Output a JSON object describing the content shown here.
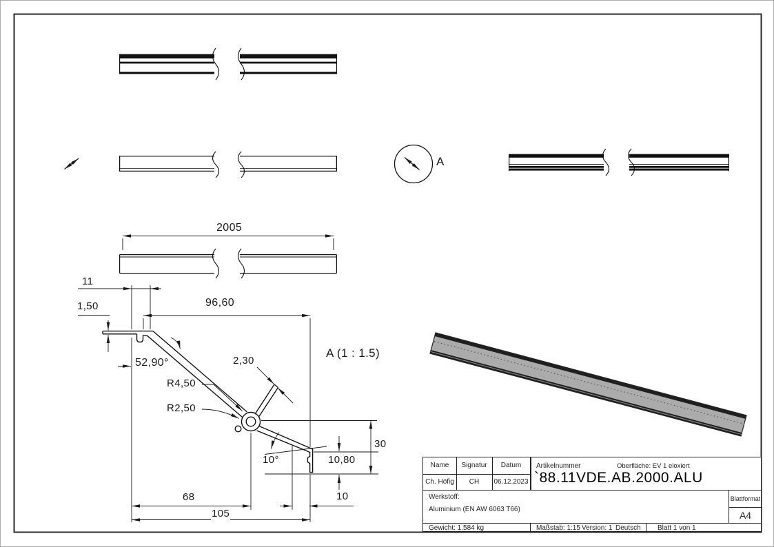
{
  "drawing": {
    "length_dim": "2005",
    "detail_marker": "A",
    "detail_view_label": "A (1 : 1.5)",
    "dims": {
      "notch_width": "11",
      "plate_thickness": "1,50",
      "top_width": "96,60",
      "slope_angle": "52,90°",
      "stub_thickness": "2,30",
      "radius_outer": "R4,50",
      "radius_inner": "R2,50",
      "tail_angle": "10°",
      "tail_height": "10,80",
      "end_height": "30",
      "base_width_inner": "68",
      "base_width_total": "105",
      "end_width": "10"
    }
  },
  "title_block": {
    "col_name": "Name",
    "col_signature": "Signatur",
    "col_date": "Datum",
    "name": "Ch. Höfig",
    "signature": "CH",
    "date": "06.12.2023",
    "article_label": "Artikelnummer",
    "surface": "Oberfläche:  EV 1 eloxiert",
    "article_number": "`88.11VDE.AB.2000.ALU",
    "material_label": "Werkstoff:",
    "material": "Aluminium (EN AW 6063 T66)",
    "sheet_format_label": "Blattformat",
    "sheet_format": "A4",
    "weight": "Gewicht: 1.584 kg",
    "scale": "Maßstab: 1:15",
    "version": "Version: 1",
    "language": "Deutsch",
    "sheet_count": "Blatt 1 von 1"
  },
  "colors": {
    "line": "#1a1a1a",
    "metal_fill": "#ababab",
    "metal_dark": "#1f1f1f"
  }
}
